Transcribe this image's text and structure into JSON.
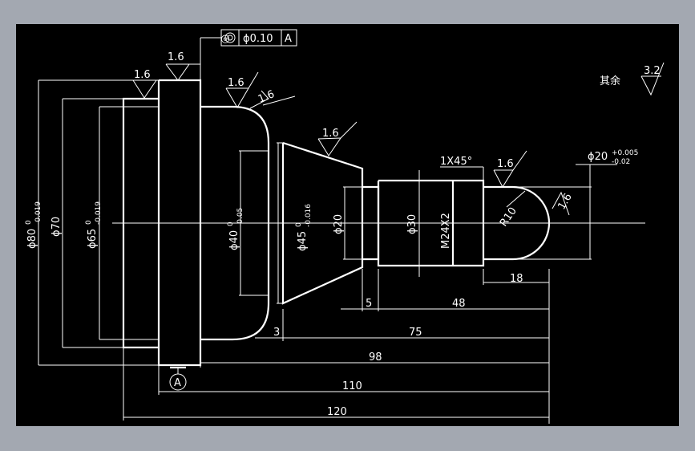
{
  "drawing": {
    "roughness": {
      "r1": "1.6",
      "r2": "1.6",
      "r3": "1.6",
      "r4": "1.6",
      "r5": "1.6",
      "r6": "1.6",
      "r7": "1.6",
      "rest_label": "其余",
      "rest_value": "3.2"
    },
    "tolerance_frame": {
      "symbol": "◎",
      "value": "ϕ0.10",
      "datum": "A"
    },
    "datum": {
      "letter": "A"
    },
    "chamfer": "1X45°",
    "radius": "R10",
    "thread": "M24X2",
    "diameters": {
      "d80": {
        "base": "ϕ80",
        "upper": "0",
        "lower": "-0.019"
      },
      "d70": {
        "base": "ϕ70"
      },
      "d65": {
        "base": "ϕ65",
        "upper": "0",
        "lower": "-0.019"
      },
      "d40": {
        "base": "ϕ40",
        "upper": "0",
        "lower": "-0.05"
      },
      "d45": {
        "base": "ϕ45",
        "upper": "0",
        "lower": "-0.016"
      },
      "d20": {
        "base": "ϕ20"
      },
      "d30": {
        "base": "ϕ30"
      },
      "d20tol": {
        "base": "ϕ20",
        "upper": "+0.005",
        "lower": "-0.02"
      }
    },
    "lengths": {
      "l18": "18",
      "l5": "5",
      "l48": "48",
      "l3": "3",
      "l75": "75",
      "l98": "98",
      "l110": "110",
      "l120": "120"
    }
  }
}
